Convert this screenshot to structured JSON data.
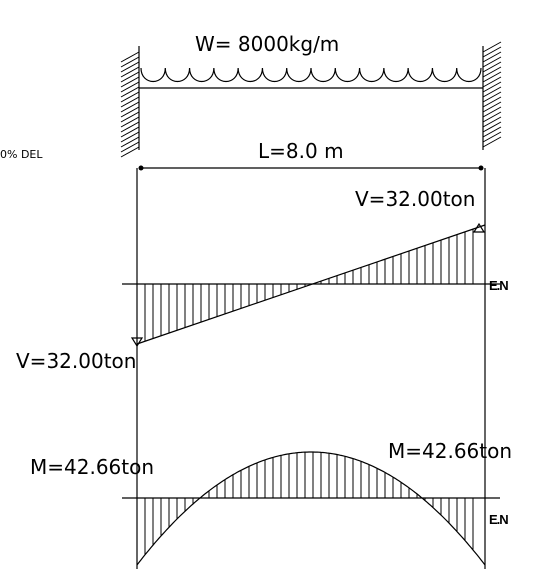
{
  "labels": {
    "load": "W=  8000kg/m",
    "partial_note": "0% DEL",
    "span": "L=8.0  m",
    "shear_right": "V=32.00ton",
    "shear_left": "V=32.00ton",
    "moment_left": "M=42.66ton",
    "moment_right": "M=42.66ton",
    "neutral_axis_shear": "E.N",
    "neutral_axis_moment": "E.N"
  },
  "values": {
    "load_kg_per_m": 8000,
    "span_m": 8.0,
    "shear_end_ton": 32.0,
    "moment_end_ton_m": 42.66
  }
}
